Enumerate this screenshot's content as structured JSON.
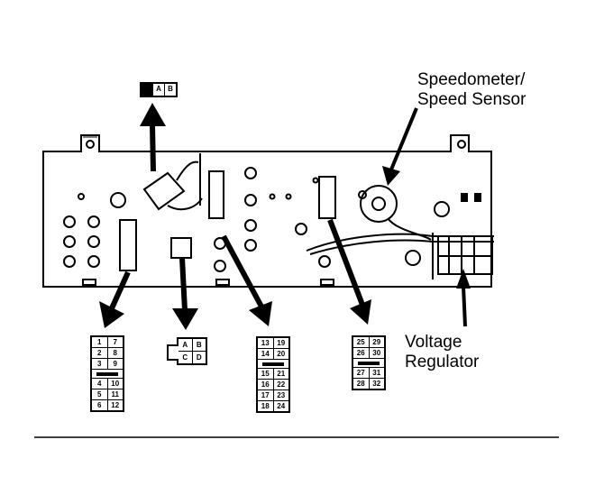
{
  "labels": {
    "speedometer_line1": "Speedometer/",
    "speedometer_line2": "Speed Sensor",
    "regulator_line1": "Voltage",
    "regulator_line2": "Regulator"
  },
  "connector_1": {
    "rows_top": [
      [
        "1",
        "7"
      ],
      [
        "2",
        "8"
      ],
      [
        "3",
        "9"
      ]
    ],
    "rows_bottom": [
      [
        "4",
        "10"
      ],
      [
        "5",
        "11"
      ],
      [
        "6",
        "12"
      ]
    ]
  },
  "connector_2": {
    "rows": [
      [
        "A",
        "B"
      ],
      [
        "C",
        "D"
      ]
    ]
  },
  "connector_3": {
    "rows_top": [
      [
        "13",
        "19"
      ],
      [
        "14",
        "20"
      ]
    ],
    "rows_bottom": [
      [
        "15",
        "21"
      ],
      [
        "16",
        "22"
      ],
      [
        "17",
        "23"
      ],
      [
        "18",
        "24"
      ]
    ]
  },
  "connector_4": {
    "rows_top": [
      [
        "25",
        "29"
      ],
      [
        "26",
        "30"
      ]
    ],
    "rows_bottom": [
      [
        "27",
        "31"
      ],
      [
        "28",
        "32"
      ]
    ]
  },
  "connector_small": {
    "cells": [
      "A",
      "B"
    ]
  }
}
